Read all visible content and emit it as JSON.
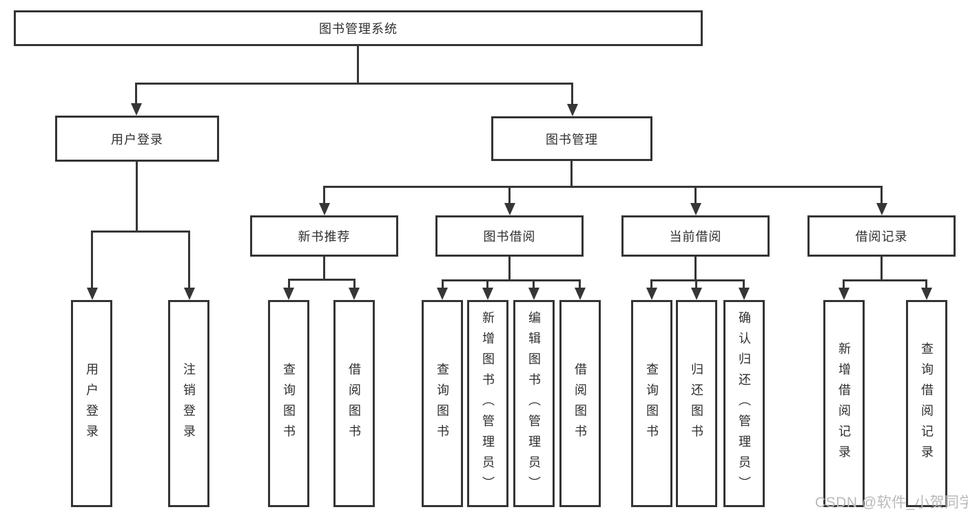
{
  "diagram": {
    "root": "图书管理系统",
    "level2": [
      "用户登录",
      "图书管理"
    ],
    "level3": [
      "新书推荐",
      "图书借阅",
      "当前借阅",
      "借阅记录"
    ],
    "leaves_user_login": [
      "用户登录",
      "注销登录"
    ],
    "leaves_new_books": [
      "查询图书",
      "借阅图书"
    ],
    "leaves_book_borrow": [
      "查询图书",
      "新增图书（管理员）",
      "编辑图书（管理员）",
      "借阅图书"
    ],
    "leaves_current_borrow": [
      "查询图书",
      "归还图书",
      "确认归还（管理员）"
    ],
    "leaves_borrow_records": [
      "新增借阅记录",
      "查询借阅记录"
    ]
  },
  "watermark": "CSDN @软件_小贺同学",
  "colors": {
    "line": "#363636",
    "border": "#343434",
    "text": "#2f2f2f",
    "watermark": "#b9b9b9",
    "background": "#ffffff"
  }
}
